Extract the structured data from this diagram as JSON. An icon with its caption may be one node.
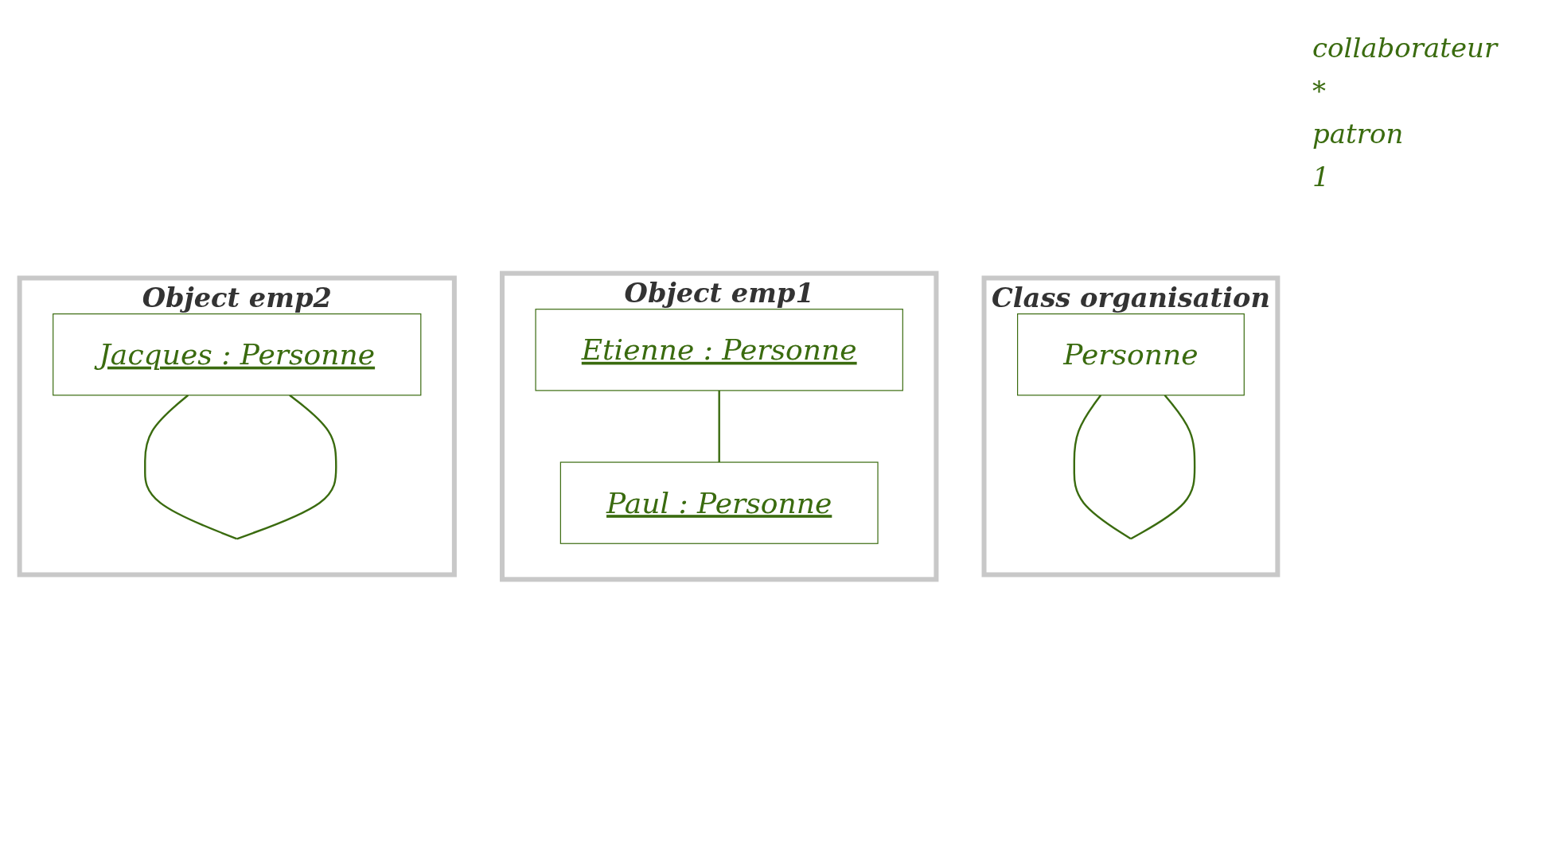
{
  "diagram": {
    "nodes": [
      {
        "text": [
          "Class organisation"
        ]
      },
      {
        "text": [
          "Personne"
        ],
        "in": 0
      },
      {
        "text": [
          "Object emp1"
        ]
      },
      {
        "text": [
          "Etienne : Personne"
        ],
        "in": 2
      },
      {
        "text": [
          "Paul : Personne"
        ],
        "in": 2
      },
      {
        "text": [
          "Object emp2"
        ]
      },
      {
        "text": [
          "Jacques : Personne"
        ],
        "in": 5
      }
    ],
    "edges": [
      {
        "from": 1,
        "to": 1,
        "arrow": "none"
      },
      {
        "from": 3,
        "to": 4,
        "arrow": "none"
      },
      {
        "from": 6,
        "to": 6,
        "arrow": "none"
      }
    ],
    "labels": [
      "collaborateur",
      "*",
      "patron",
      "1"
    ]
  }
}
